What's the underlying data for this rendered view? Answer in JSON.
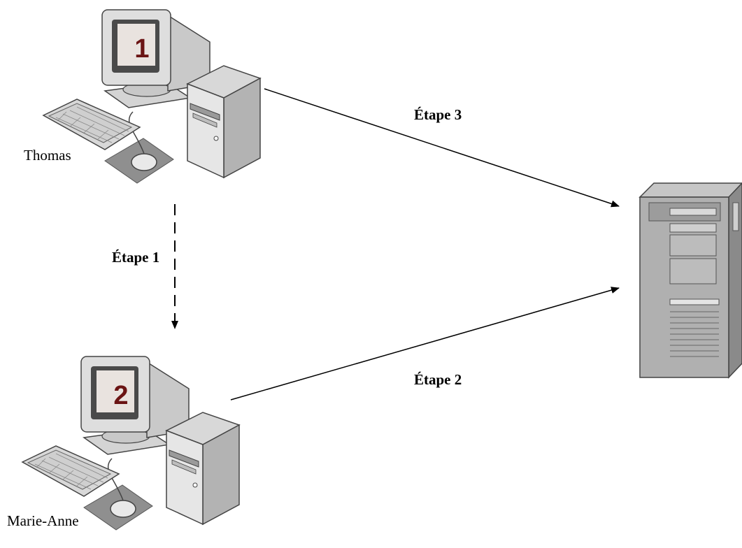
{
  "workstations": [
    {
      "screen_number": "1",
      "user": "Thomas"
    },
    {
      "screen_number": "2",
      "user": "Marie-Anne"
    }
  ],
  "steps": {
    "step1": "Étape 1",
    "step2": "Étape 2",
    "step3": "Étape 3"
  },
  "colors": {
    "screen_digit": "#6b1414",
    "screen_bg": "#e9e3df",
    "mat": "#8f8f8f",
    "server": "#a9a9a9"
  }
}
